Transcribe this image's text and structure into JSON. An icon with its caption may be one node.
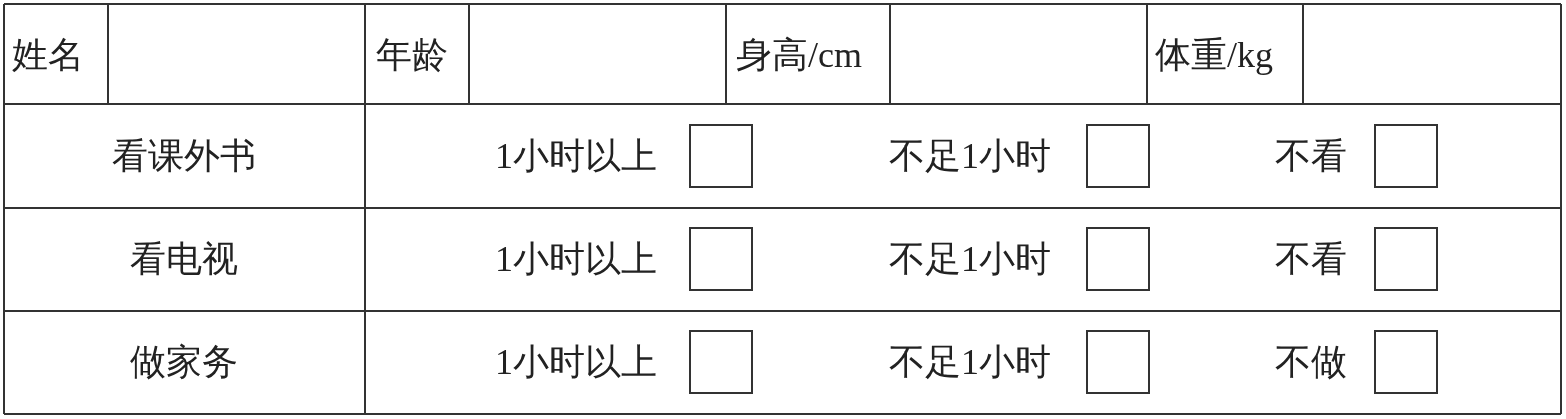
{
  "diagram": {
    "labels": [
      "姓名",
      "年龄",
      "身高/cm",
      "体重/kg",
      "看课外书",
      "1小时以上",
      "不足1小时",
      "不看",
      "看电视",
      "1小时以上",
      "不足1小时",
      "不看",
      "做家务",
      "1小时以上",
      "不足1小时",
      "不做"
    ]
  }
}
